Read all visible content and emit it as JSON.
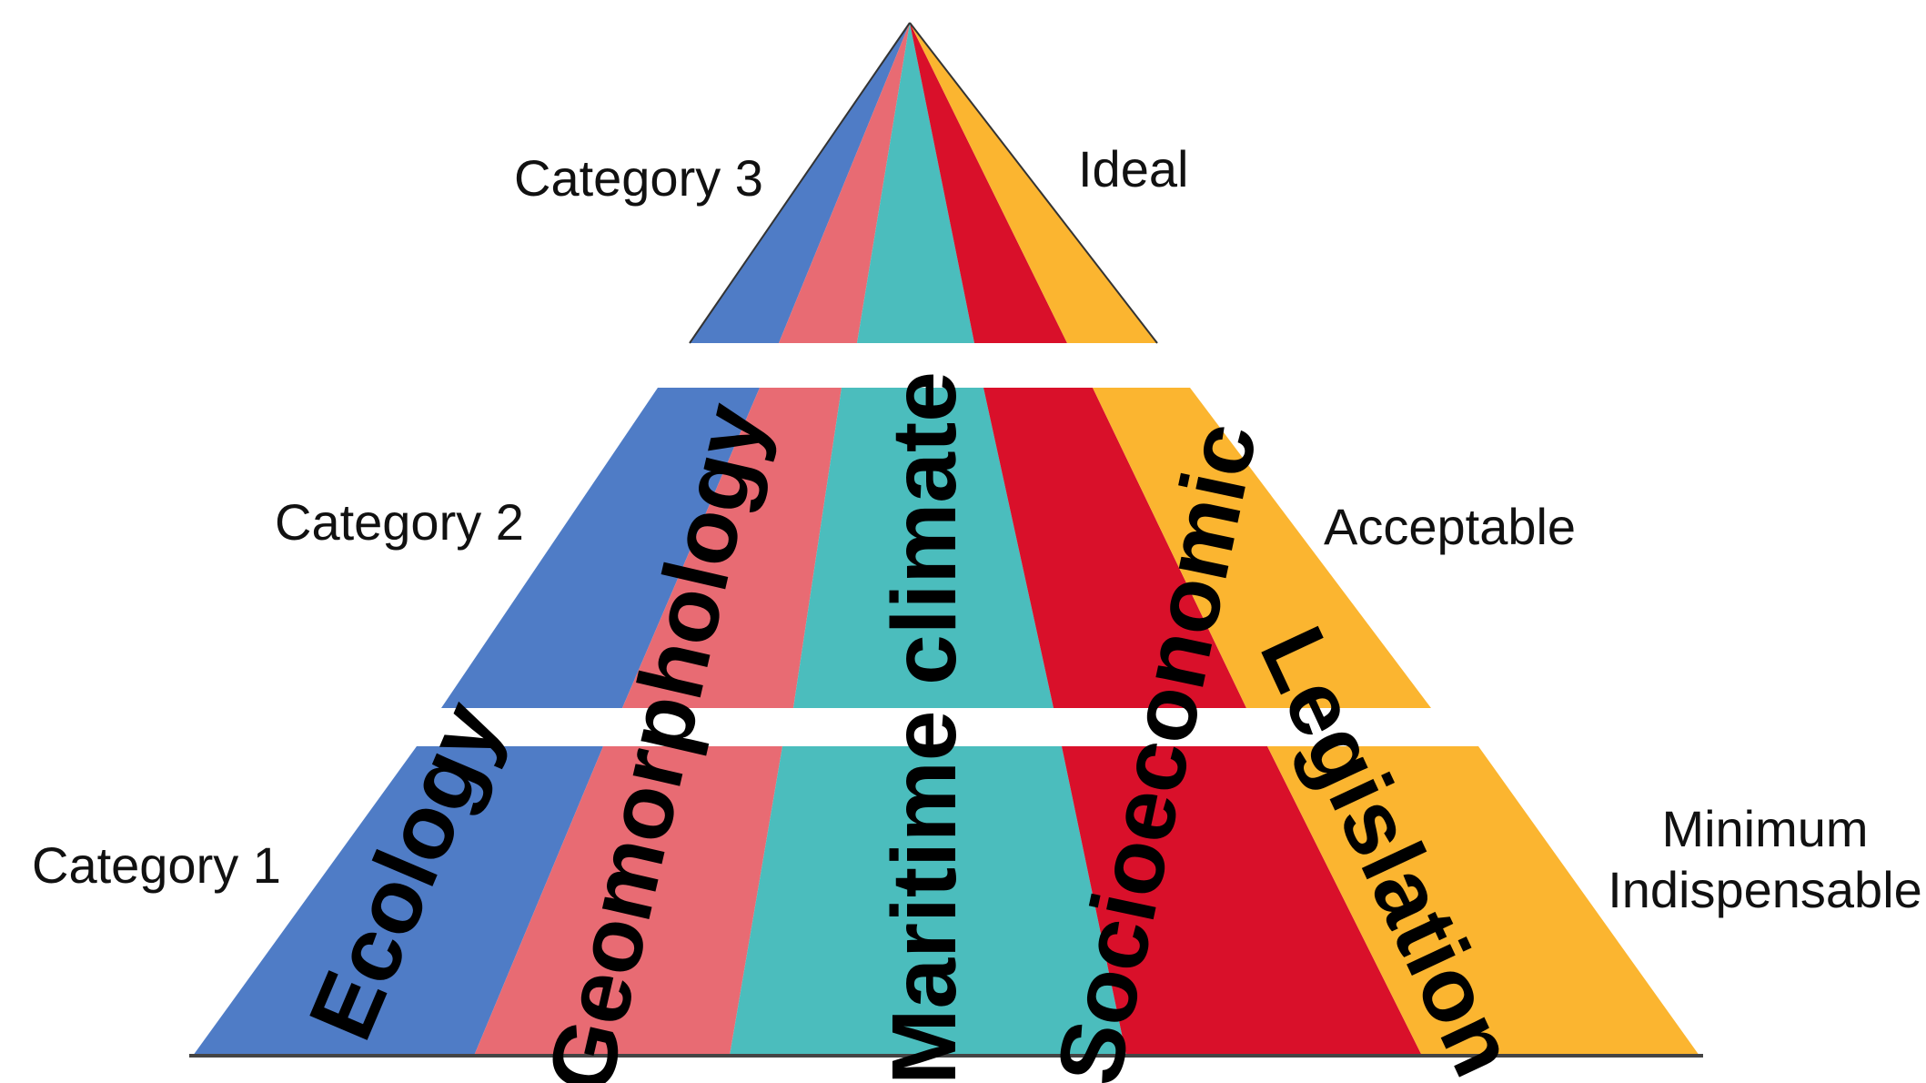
{
  "categories": [
    "Category 3",
    "Category 2",
    "Category 1"
  ],
  "levels": {
    "category_3": "Ideal",
    "category_2": "Acceptable",
    "category_1_line1": "Minimum",
    "category_1_line2": "Indispensable"
  },
  "dimensions": [
    {
      "label": "Ecology",
      "color": "#4f7cc6"
    },
    {
      "label": "Geomorphology",
      "color": "#e86b73"
    },
    {
      "label": "Maritime climate",
      "color": "#4bbdbd"
    },
    {
      "label": "Socioeconomic",
      "color": "#d9102a"
    },
    {
      "label": "Legislation",
      "color": "#fbb530"
    }
  ]
}
